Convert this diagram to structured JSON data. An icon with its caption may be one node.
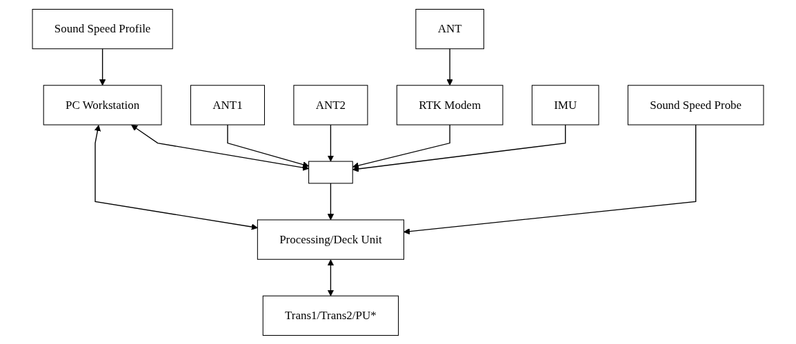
{
  "diagram": {
    "nodes": [
      {
        "text": [
          "Sound Speed Profile"
        ]
      },
      {
        "text": [
          "PC Workstation"
        ]
      },
      {
        "text": [
          "ANT1"
        ]
      },
      {
        "text": [
          "ANT2"
        ]
      },
      {
        "text": [
          "ANT"
        ]
      },
      {
        "text": [
          "Processing/Deck Unit"
        ]
      },
      {
        "text": [],
        "shape": "box"
      },
      {
        "text": [
          "RTK Modem"
        ]
      },
      {
        "text": [
          "IMU"
        ]
      },
      {
        "text": [
          "Trans1/Trans2/PU*"
        ]
      },
      {
        "text": [
          "Sound Speed Probe"
        ]
      }
    ],
    "edges": [
      {
        "from": 0,
        "to": 1,
        "arrow": "to"
      },
      {
        "from": 1,
        "to": 5,
        "arrow": "both"
      },
      {
        "from": 1,
        "to": 6,
        "arrow": "both"
      },
      {
        "from": 2,
        "to": 6,
        "arrow": "to"
      },
      {
        "from": 3,
        "to": 6,
        "arrow": "to"
      },
      {
        "from": 4,
        "to": 7,
        "arrow": "to"
      },
      {
        "from": 6,
        "to": 5,
        "arrow": "to"
      },
      {
        "from": 7,
        "to": 6,
        "arrow": "to"
      },
      {
        "from": 8,
        "to": 6,
        "arrow": "to"
      },
      {
        "from": 9,
        "to": 5,
        "arrow": "both"
      },
      {
        "from": 10,
        "to": 5,
        "arrow": "to"
      }
    ]
  }
}
